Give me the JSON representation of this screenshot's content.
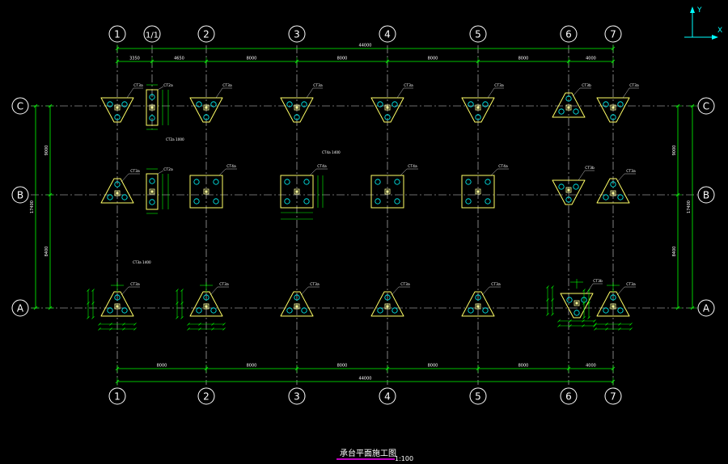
{
  "colors": {
    "background": "#000000",
    "axis_line": "#00ff00",
    "grid_centerline": "#d7d7d7",
    "bubble": "#ffffff",
    "pile_cap": "#ffff66",
    "pile_circle": "#00ffff",
    "column": "#ffff99",
    "dimension": "#00ff00",
    "label": "#ffffff",
    "leader": "#c8c8c8",
    "title_underline": "#ff00ff",
    "ucs_y": "#00ffff",
    "ucs_x": "#00ffff"
  },
  "drawing": {
    "title": "承台平面施工图",
    "scale": "1:100"
  },
  "ucs": {
    "y_label": "Y",
    "x_label": "X"
  },
  "axes": {
    "numbered": [
      "1",
      "1/1",
      "2",
      "3",
      "4",
      "5",
      "6",
      "7"
    ],
    "numbered_bottom": [
      "1",
      "2",
      "3",
      "4",
      "5",
      "6",
      "7"
    ],
    "lettered": [
      "C",
      "B",
      "A"
    ]
  },
  "dimensions": {
    "top_total": "44000",
    "top_segments": [
      "3350",
      "4650",
      "8000",
      "8000",
      "8000",
      "8000",
      "4000"
    ],
    "bottom_segments": [
      "8000",
      "8000",
      "8000",
      "8000",
      "8000",
      "4000"
    ],
    "bottom_total": "44000",
    "left_total": "17400",
    "left_segments": [
      "9000",
      "8400"
    ],
    "right_total": "17400",
    "right_segments": [
      "9000",
      "8400"
    ]
  },
  "cap_labels": {
    "tri": "CT3a",
    "tri_small": "CT3b",
    "square": "CT4a",
    "rect": "CT2a"
  },
  "notes": {
    "note_a": "CT4a 1400",
    "note_b": "CT2a 1000",
    "note_c": "CT3a 1400"
  }
}
